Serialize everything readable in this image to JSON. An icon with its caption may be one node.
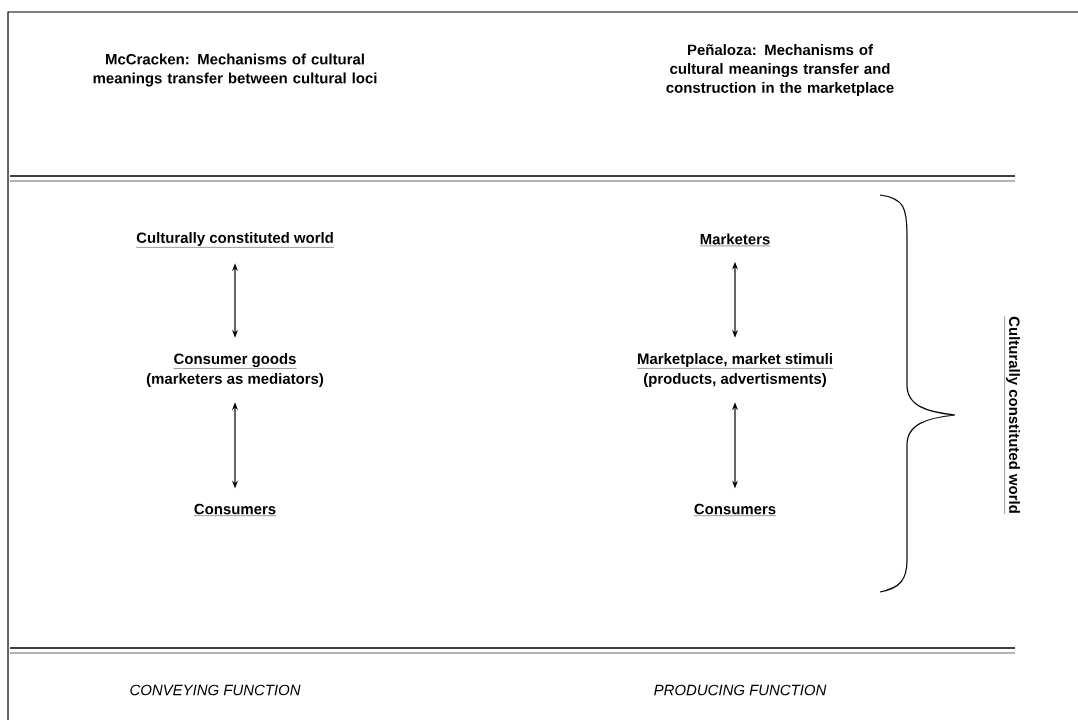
{
  "diagram": {
    "nodes": [
      {
        "text": [
          "Culturally constituted world"
        ]
      },
      {
        "text": [
          "Consumer goods",
          "(marketers as mediators)"
        ]
      },
      {
        "text": [
          "Consumers"
        ]
      },
      {
        "text": [
          "Marketers"
        ]
      },
      {
        "text": [
          "Marketplace, market stimuli",
          "(products, advertisments)"
        ]
      },
      {
        "text": [
          "Consumers"
        ]
      }
    ],
    "edges": [
      {
        "from": 0,
        "to": 1,
        "arrow": "both"
      },
      {
        "from": 1,
        "to": 2,
        "arrow": "both"
      },
      {
        "from": 3,
        "to": 4,
        "arrow": "both"
      },
      {
        "from": 4,
        "to": 5,
        "arrow": "both"
      }
    ],
    "labels": [
      "McCracken: Mechanisms of cultural meanings transfer between cultural loci",
      "Peñaloza: Mechanisms of cultural meanings transfer and construction in the marketplace",
      "Culturally constituted world",
      "CONVEYING FUNCTION",
      "PRODUCING FUNCTION"
    ]
  }
}
